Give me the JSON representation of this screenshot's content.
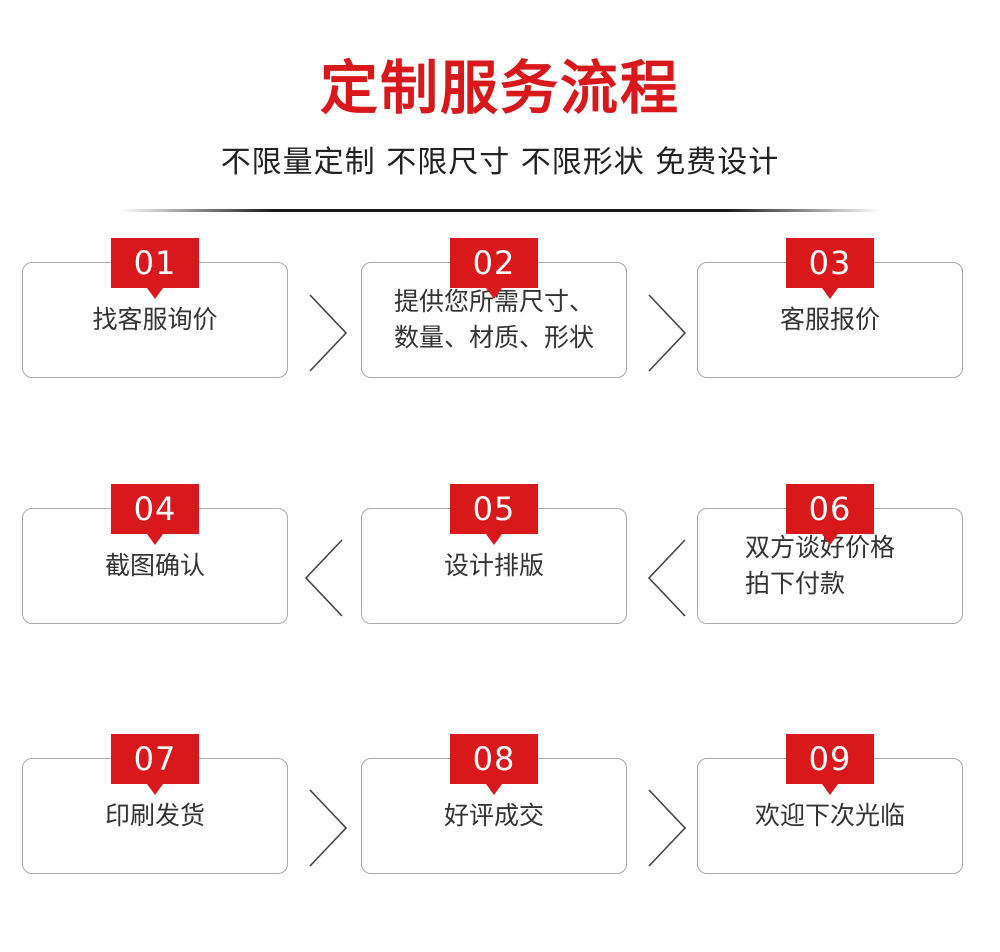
{
  "colors": {
    "accent": "#d8181b",
    "title": "#d8181b",
    "text": "#333333",
    "border": "#a9a9a9",
    "divider": "#1a1a1a"
  },
  "header": {
    "title": "定制服务流程",
    "subtitle": "不限量定制 不限尺寸 不限形状 免费设计"
  },
  "steps": [
    {
      "number": "01",
      "text": "找客服询价"
    },
    {
      "number": "02",
      "text": "提供您所需尺寸、\n数量、材质、形状"
    },
    {
      "number": "03",
      "text": "客服报价"
    },
    {
      "number": "04",
      "text": "截图确认"
    },
    {
      "number": "05",
      "text": "设计排版"
    },
    {
      "number": "06",
      "text": "双方谈好价格\n拍下付款"
    },
    {
      "number": "07",
      "text": "印刷发货"
    },
    {
      "number": "08",
      "text": "好评成交"
    },
    {
      "number": "09",
      "text": "欢迎下次光临"
    }
  ],
  "arrows": [
    {
      "from": "01",
      "to": "02",
      "direction": "right",
      "icon": "chevron-right-icon"
    },
    {
      "from": "02",
      "to": "03",
      "direction": "right",
      "icon": "chevron-right-icon"
    },
    {
      "from": "06",
      "to": "05",
      "direction": "left",
      "icon": "chevron-left-icon"
    },
    {
      "from": "05",
      "to": "04",
      "direction": "left",
      "icon": "chevron-left-icon"
    },
    {
      "from": "07",
      "to": "08",
      "direction": "right",
      "icon": "chevron-right-icon"
    },
    {
      "from": "08",
      "to": "09",
      "direction": "right",
      "icon": "chevron-right-icon"
    }
  ]
}
